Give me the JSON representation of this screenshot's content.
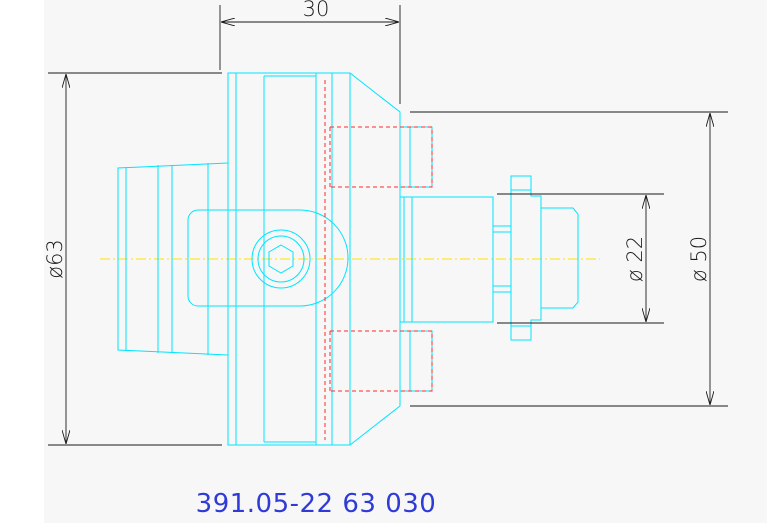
{
  "drawing": {
    "dimensions": {
      "length": "30",
      "outer_diameter": "ø63",
      "spigot_diameter": "ø 50",
      "bore_diameter": "ø 22"
    },
    "part_number": "391.05-22 63 030"
  },
  "colors": {
    "outline": "#00e5ff",
    "hidden": "#ff2a2a",
    "centerline": "#ffe200",
    "dimension": "#1a1a1a",
    "part_number": "#2f3bd6"
  }
}
